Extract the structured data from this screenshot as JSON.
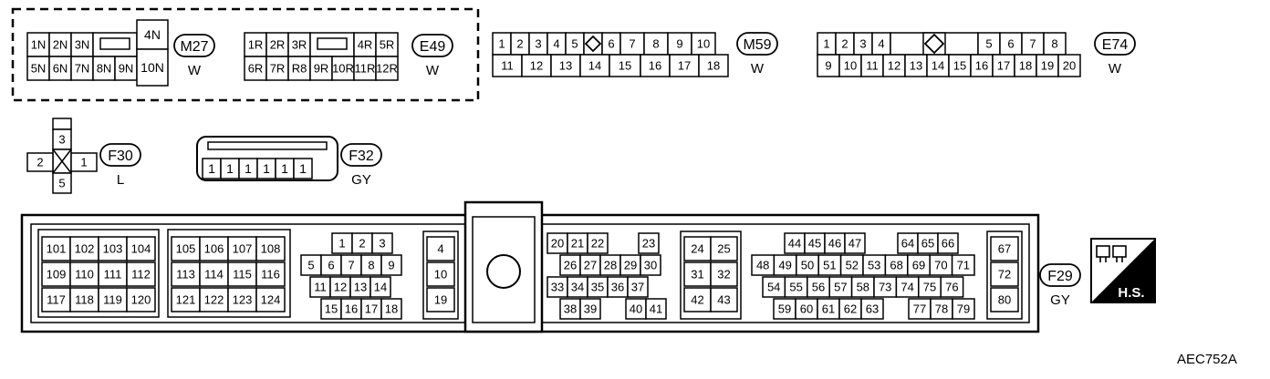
{
  "figure_code": "AEC752A",
  "colors": {
    "ink": "#000000",
    "paper": "#ffffff"
  },
  "connectors": {
    "M27": {
      "id": "M27",
      "color": "W",
      "top": [
        "1N",
        "2N",
        "3N",
        "",
        "",
        "4N"
      ],
      "bottom": [
        "5N",
        "6N",
        "7N",
        "8N",
        "9N",
        "10N"
      ]
    },
    "E49": {
      "id": "E49",
      "color": "W",
      "top": [
        "1R",
        "2R",
        "3R",
        "",
        "4R",
        "5R"
      ],
      "bottom": [
        "6R",
        "7R",
        "R8",
        "9R",
        "10R",
        "11R",
        "12R"
      ]
    },
    "M59": {
      "id": "M59",
      "color": "W",
      "top": [
        "1",
        "2",
        "3",
        "4",
        "5",
        "6",
        "7",
        "8",
        "9",
        "10"
      ],
      "bottom": [
        "11",
        "12",
        "13",
        "14",
        "15",
        "16",
        "17",
        "18"
      ]
    },
    "E74": {
      "id": "E74",
      "color": "W",
      "top": [
        "1",
        "2",
        "3",
        "4",
        "5",
        "6",
        "7",
        "8"
      ],
      "bottom": [
        "9",
        "10",
        "11",
        "12",
        "13",
        "14",
        "15",
        "16",
        "17",
        "18",
        "19",
        "20"
      ]
    },
    "F30": {
      "id": "F30",
      "color": "L",
      "pins": [
        "1",
        "2",
        "3",
        "5"
      ]
    },
    "F32": {
      "id": "F32",
      "color": "GY",
      "pins": [
        "1",
        "1",
        "1",
        "1",
        "1",
        "1"
      ]
    },
    "F29": {
      "id": "F29",
      "color": "GY",
      "group_a": [
        [
          "101",
          "102",
          "103",
          "104"
        ],
        [
          "109",
          "110",
          "111",
          "112"
        ],
        [
          "117",
          "118",
          "119",
          "120"
        ]
      ],
      "group_b": [
        [
          "105",
          "106",
          "107",
          "108"
        ],
        [
          "113",
          "114",
          "115",
          "116"
        ],
        [
          "121",
          "122",
          "123",
          "124"
        ]
      ],
      "group_c": [
        [
          "1",
          "2",
          "3"
        ],
        [
          "5",
          "6",
          "7",
          "8",
          "9"
        ],
        [
          "11",
          "12",
          "13",
          "14"
        ],
        [
          "15",
          "16",
          "17",
          "18"
        ]
      ],
      "group_d": [
        "4",
        "10",
        "19"
      ],
      "group_e": [
        [
          "20",
          "21",
          "22",
          "23"
        ],
        [
          "26",
          "27",
          "28",
          "29",
          "30"
        ],
        [
          "33",
          "34",
          "35",
          "36",
          "37"
        ],
        [
          "38",
          "39",
          "40",
          "41"
        ]
      ],
      "group_f": [
        [
          "24",
          "25"
        ],
        [
          "31",
          "32"
        ],
        [
          "42",
          "43"
        ]
      ],
      "group_g": [
        [
          "44",
          "45",
          "46",
          "47",
          "64",
          "65",
          "66"
        ],
        [
          "48",
          "49",
          "50",
          "51",
          "52",
          "53",
          "68",
          "69",
          "70",
          "71"
        ],
        [
          "54",
          "55",
          "56",
          "57",
          "58",
          "73",
          "74",
          "75",
          "76"
        ],
        [
          "59",
          "60",
          "61",
          "62",
          "63",
          "77",
          "78",
          "79"
        ]
      ],
      "group_h": [
        "67",
        "72",
        "80"
      ]
    }
  },
  "hs_badge": {
    "label": "H.S."
  }
}
